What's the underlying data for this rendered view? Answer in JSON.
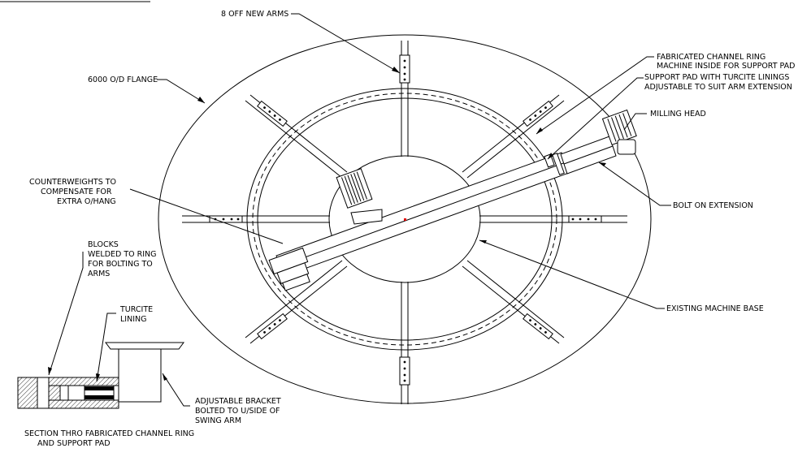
{
  "labels": {
    "new_arms": "8 OFF NEW ARMS",
    "flange": "6000 O/D FLANGE",
    "channel_ring_1": "FABRICATED CHANNEL RING",
    "channel_ring_2": "MACHINE INSIDE FOR SUPPORT PAD",
    "support_pad_1": "SUPPORT PAD WITH TURCITE LININGS",
    "support_pad_2": "ADJUSTABLE TO SUIT ARM EXTENSION",
    "milling_head": "MILLING HEAD",
    "bolt_extension": "BOLT ON EXTENSION",
    "counterweights_1": "COUNTERWEIGHTS TO",
    "counterweights_2": "COMPENSATE FOR",
    "counterweights_3": "EXTRA O/HANG",
    "blocks_1": "BLOCKS",
    "blocks_2": "WELDED TO RING",
    "blocks_3": "FOR BOLTING TO",
    "blocks_4": "ARMS",
    "turcite_1": "TURCITE",
    "turcite_2": "LINING",
    "bracket_1": "ADJUSTABLE BRACKET",
    "bracket_2": "BOLTED TO U/SIDE OF",
    "bracket_3": "SWING ARM",
    "existing_base": "EXISTING MACHINE BASE",
    "section_1": "SECTION THRO FABRICATED CHANNEL RING",
    "section_2": "AND SUPPORT PAD"
  },
  "colors": {
    "line": "#000000",
    "center_mark": "#e00000",
    "background": "#ffffff"
  }
}
